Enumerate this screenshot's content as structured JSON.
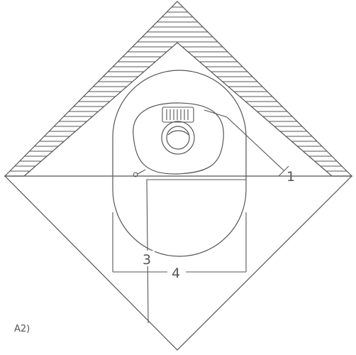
{
  "figure": {
    "panel_label": "A2)",
    "callouts": {
      "c1": "1",
      "c3": "3",
      "c4": "4"
    },
    "colors": {
      "line": "#555555",
      "hatch": "#555555",
      "background": "#ffffff"
    },
    "icons": {
      "toilet": "squat-toilet-pan",
      "wall": "hatched-wall-corner"
    }
  }
}
